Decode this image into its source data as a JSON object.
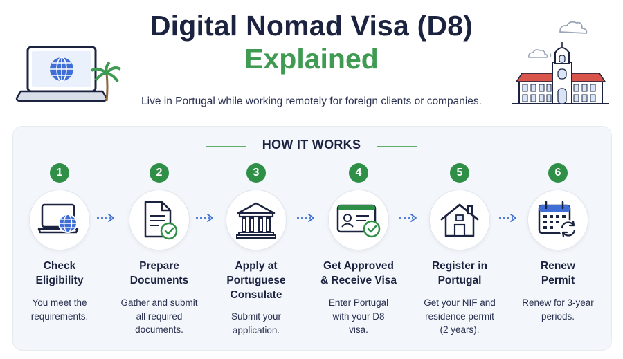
{
  "header": {
    "title_line1": "Digital Nomad Visa (D8)",
    "title_line2": "Explained",
    "subtitle": "Live in Portugal while working remotely for foreign clients or companies."
  },
  "section": {
    "heading": "HOW IT WORKS"
  },
  "colors": {
    "accent_green": "#2f8f46",
    "title_green": "#3f9a52",
    "navy": "#1b2340",
    "icon_blue": "#3f6fd6"
  },
  "steps": [
    {
      "number": "1",
      "title": "Check Eligibility",
      "title_lines": [
        "Check",
        "Eligibility"
      ],
      "desc_lines": [
        "You meet the",
        "requirements."
      ],
      "icon": "laptop-globe-icon"
    },
    {
      "number": "2",
      "title": "Prepare Documents",
      "title_lines": [
        "Prepare",
        "Documents"
      ],
      "desc_lines": [
        "Gather and submit",
        "all required",
        "documents."
      ],
      "icon": "document-check-icon"
    },
    {
      "number": "3",
      "title": "Apply at Portuguese Consulate",
      "title_lines": [
        "Apply at",
        "Portuguese",
        "Consulate"
      ],
      "desc_lines": [
        "Submit your",
        "application."
      ],
      "icon": "consulate-building-icon"
    },
    {
      "number": "4",
      "title": "Get Approved & Receive Visa",
      "title_lines": [
        "Get Approved",
        "& Receive Visa"
      ],
      "desc_lines": [
        "Enter Portugal",
        "with your D8",
        "visa."
      ],
      "icon": "id-card-check-icon"
    },
    {
      "number": "5",
      "title": "Register in Portugal",
      "title_lines": [
        "Register in",
        "Portugal"
      ],
      "desc_lines": [
        "Get your NIF and",
        "residence permit",
        "(2 years)."
      ],
      "icon": "house-icon"
    },
    {
      "number": "6",
      "title": "Renew Permit",
      "title_lines": [
        "Renew",
        "Permit"
      ],
      "desc_lines": [
        "Renew for 3-year",
        "periods."
      ],
      "icon": "calendar-renew-icon"
    }
  ]
}
